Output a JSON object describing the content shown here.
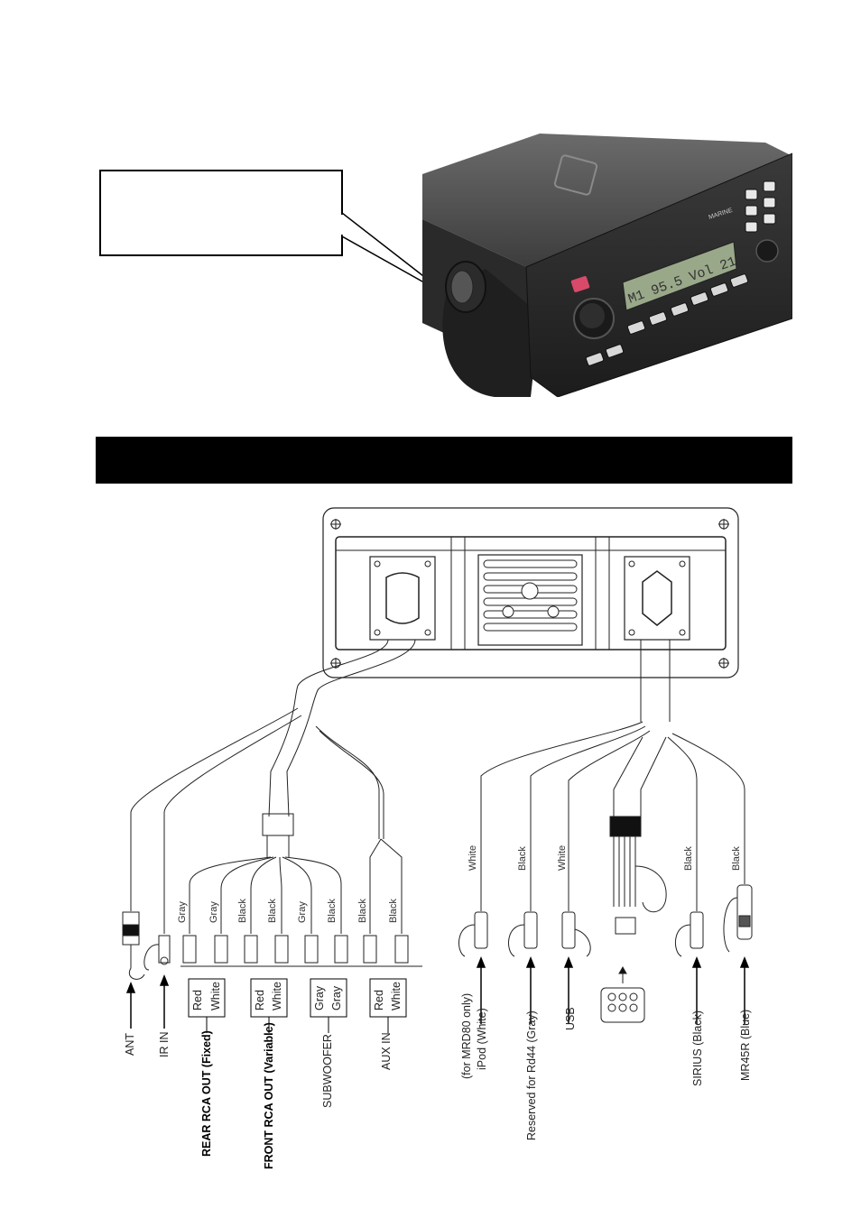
{
  "callout": {
    "text": ""
  },
  "banner": {
    "text": ""
  },
  "photo": {
    "display_text": "M1  95.5  Vol 21",
    "brand_text": "MARINE"
  },
  "wire_colors": {
    "w1": "Gray",
    "w2": "Gray",
    "w3": "Black",
    "w4": "Black",
    "w5": "Gray",
    "w6": "Black",
    "w7": "Black",
    "w8": "Black",
    "w9": "White",
    "w10": "Black",
    "w11": "White",
    "w12": "Black",
    "w13": "Black"
  },
  "plugs": {
    "rear": [
      "Red",
      "White"
    ],
    "front": [
      "Red",
      "White"
    ],
    "sub": [
      "Gray",
      "Gray"
    ],
    "aux": [
      "Red",
      "White"
    ]
  },
  "labels": {
    "ant": "ANT",
    "ir": "IR IN",
    "rear": "REAR RCA OUT (Fixed)",
    "front": "FRONT RCA OUT (Variable)",
    "sub": "SUBWOOFER",
    "aux": "AUX IN",
    "ipod_note": "(for MRD80 only)",
    "ipod": "iPod (White)",
    "rd44": "Reserved for Rd44 (Gray)",
    "usb": "USB",
    "sirius": "SIRIUS (Black)",
    "mr45r": "MR45R (Blue)"
  }
}
